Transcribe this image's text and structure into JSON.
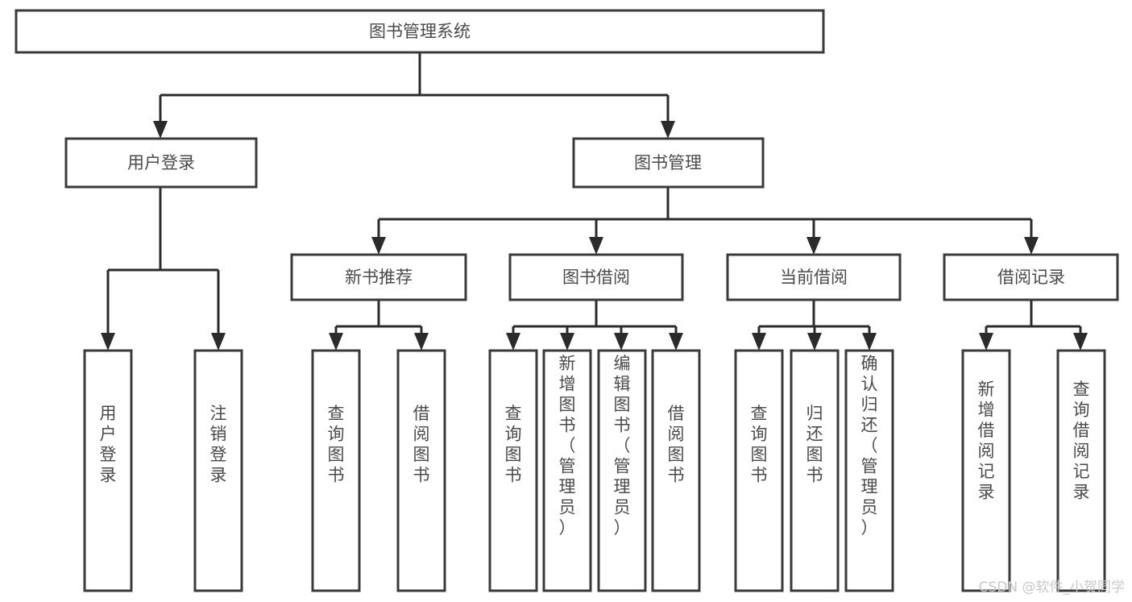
{
  "diagram": {
    "title": "图书管理系统",
    "type": "tree-hierarchy",
    "orientation": "top-down",
    "colors": {
      "box_fill": "#ffffff",
      "box_stroke": "#3a3a3a",
      "connector": "#2b2b2b",
      "label_text": "#4a4a4a",
      "watermark": "#c8c8c8",
      "background": "#ffffff"
    },
    "root": {
      "id": "root",
      "label": "图书管理系统",
      "orientation": "horizontal"
    },
    "level2": [
      {
        "id": "user-login",
        "label": "用户登录",
        "orientation": "horizontal"
      },
      {
        "id": "book-management",
        "label": "图书管理",
        "orientation": "horizontal"
      }
    ],
    "level3": [
      {
        "id": "new-book-recommend",
        "label": "新书推荐",
        "orientation": "horizontal",
        "parent": "book-management"
      },
      {
        "id": "book-borrow",
        "label": "图书借阅",
        "orientation": "horizontal",
        "parent": "book-management"
      },
      {
        "id": "current-borrow",
        "label": "当前借阅",
        "orientation": "horizontal",
        "parent": "book-management"
      },
      {
        "id": "borrow-record",
        "label": "借阅记录",
        "orientation": "horizontal",
        "parent": "book-management"
      }
    ],
    "leaves": [
      {
        "id": "leaf-user-login",
        "label": "用户登录",
        "orientation": "vertical",
        "parent": "user-login"
      },
      {
        "id": "leaf-user-logout",
        "label": "注销登录",
        "orientation": "vertical",
        "parent": "user-login"
      },
      {
        "id": "leaf-query-book-recommend",
        "label": "查询图书",
        "orientation": "vertical",
        "parent": "new-book-recommend"
      },
      {
        "id": "leaf-borrow-book-recommend",
        "label": "借阅图书",
        "orientation": "vertical",
        "parent": "new-book-recommend"
      },
      {
        "id": "leaf-query-book-borrow",
        "label": "查询图书",
        "orientation": "vertical",
        "parent": "book-borrow"
      },
      {
        "id": "leaf-add-book",
        "label": "新增图书（管理员）",
        "orientation": "vertical",
        "parent": "book-borrow"
      },
      {
        "id": "leaf-edit-book",
        "label": "编辑图书（管理员）",
        "orientation": "vertical",
        "parent": "book-borrow"
      },
      {
        "id": "leaf-borrow-book",
        "label": "借阅图书",
        "orientation": "vertical",
        "parent": "book-borrow"
      },
      {
        "id": "leaf-query-book-current",
        "label": "查询图书",
        "orientation": "vertical",
        "parent": "current-borrow"
      },
      {
        "id": "leaf-return-book",
        "label": "归还图书",
        "orientation": "vertical",
        "parent": "current-borrow"
      },
      {
        "id": "leaf-confirm-return",
        "label": "确认归还（管理员）",
        "orientation": "vertical",
        "parent": "current-borrow"
      },
      {
        "id": "leaf-add-borrow-record",
        "label": "新增借阅记录",
        "orientation": "vertical",
        "parent": "borrow-record"
      },
      {
        "id": "leaf-query-borrow-record",
        "label": "查询借阅记录",
        "orientation": "vertical",
        "parent": "borrow-record"
      }
    ],
    "watermark": "CSDN @软件_小贺同学"
  }
}
